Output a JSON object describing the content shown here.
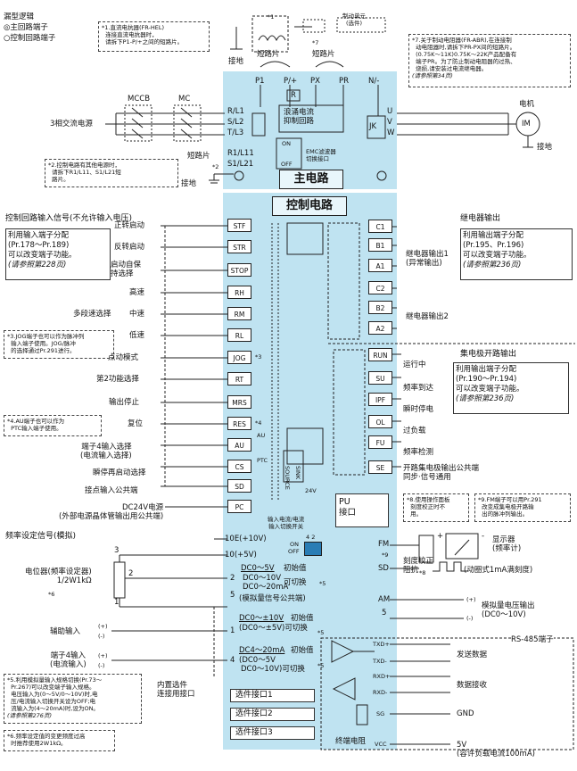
{
  "legend": {
    "title": "漏型逻辑",
    "main": "◎主回路端子",
    "ctrl": "○控制回路端子"
  },
  "notes": {
    "n1": "*1.直流电抗器(FR-HEL)\n  连接直流电抗器时，\n  请拆下P1-P/+之间的短路片。",
    "n2": "*2.控制电路有其他电源时，\n  请拆下R1/L11、S1/L21短\n  路片。",
    "n3": "*3.JOG端子也可以作为脉冲列\n  输入端子使用。JOG/脉冲\n  的选择通过Pr.291进行。",
    "n4": "*4.AU端子也可以作为\n  PTC输入端子使用。",
    "n5": "*5.利用模拟量输入规格切换(Pr.73～\n  Pr.267)可以改变端子输入规格。\n  电压输入为(0～5V/0～10V)时,电\n  压/电流输入切换开关设为OFF;电\n  流输入为(4～20mA)时,设为ON。",
    "n5ref": "(请参照第276页)",
    "n6": "*6.频率设定值的变更频度过高\n  时推荐使用2W1kΩ。",
    "n7": "*7.关于制动电阻器(FR-ABR),在连接制\n  动电阻器时,请拆下PR-PX间的短路片。\n  (0.75K～11K)0.75K～22K产品配备有\n  端子PR。为了防止制动电阻器的过热、\n  烧损,请安装过电流继电器。",
    "n7ref": "(请参照第34页)",
    "n8": "*8.使用操作面板\n  刻度校正时不\n  用。",
    "n9": "*9.FM端子可以用Pr.291\n  改变成集电极开路输\n  出的脉冲列输出。"
  },
  "main_circuit": {
    "title": "主电路",
    "mccb": "MCCB",
    "mc": "MC",
    "supply": "3相交流电源",
    "ground": "接地",
    "short1": "短路片",
    "short2": "短路片",
    "short3": "短路片",
    "brake_unit": "制动单元\n(选件)",
    "inrush": "浪涌电流\n抑制回路",
    "r_label": "R",
    "jk": "JK",
    "emc": "EMC滤波器\n切换接口",
    "on": "ON",
    "off": "OFF",
    "motor": "电机",
    "im": "IM",
    "motor_ground": "接地",
    "star1": "*1",
    "star2": "*2",
    "star7": "*7",
    "terms_top": [
      "P1",
      "P/+",
      "PX",
      "PR",
      "N/-"
    ],
    "terms_left": [
      "R/L1",
      "S/L2",
      "T/L3"
    ],
    "terms_ctrl": [
      "R1/L11",
      "S1/L21"
    ],
    "terms_out": [
      "U",
      "V",
      "W"
    ]
  },
  "control": {
    "title": "控制电路",
    "input_header": "控制回路输入信号(不允许输入电压)",
    "input_func": "利用输入端子分配\n(Pr.178～Pr.189)\n可以改变端子功能。",
    "input_ref": "(请参照第228页)",
    "inputs": [
      {
        "label": "正转启动",
        "term": "STF"
      },
      {
        "label": "反转启动",
        "term": "STR"
      },
      {
        "label": "启动自保\n持选择",
        "term": "STOP"
      },
      {
        "label": "高速",
        "term": "RH"
      },
      {
        "label": "中速",
        "term": "RM"
      },
      {
        "label": "低速",
        "term": "RL"
      },
      {
        "label": "点动模式",
        "term": "JOG"
      },
      {
        "label": "第2功能选择",
        "term": "RT"
      },
      {
        "label": "输出停止",
        "term": "MRS"
      },
      {
        "label": "复位",
        "term": "RES"
      },
      {
        "label": "端子4输入选择\n(电流输入选择)",
        "term": "AU"
      },
      {
        "label": "瞬停再启动选择",
        "term": "CS"
      },
      {
        "label": "接点输入公共端",
        "term": "SD"
      },
      {
        "label": "DC24V电源\n(外部电源晶体管输出用公共端)",
        "term": "PC"
      }
    ],
    "multi_speed": "多段速选择",
    "star3": "*3",
    "star4": "*4",
    "au": "AU",
    "ptc": "PTC",
    "source": "SOURCE",
    "sink": "SINK",
    "v24": "24V",
    "switch_label": "输入电流/电流\n输入切换开关",
    "relay_header": "继电器输出",
    "relay_func": "利用输出端子分配\n(Pr.195、Pr.196)\n可以改变端子功能。",
    "relay_ref": "(请参照第236页)",
    "relay_terms": [
      "C1",
      "B1",
      "A1",
      "C2",
      "B2",
      "A2"
    ],
    "relay1": "继电器输出1\n(异常输出)",
    "relay2": "继电器输出2",
    "oc_header": "集电极开路输出",
    "oc_func": "利用输出端子分配\n(Pr.190～Pr.194)\n可以改变端子功能。",
    "oc_ref": "(请参照第236页)",
    "oc": [
      {
        "term": "RUN",
        "label": "运行中"
      },
      {
        "term": "SU",
        "label": "频率到达"
      },
      {
        "term": "IPF",
        "label": "瞬时停电"
      },
      {
        "term": "OL",
        "label": "过负载"
      },
      {
        "term": "FU",
        "label": "频率检测"
      },
      {
        "term": "SE",
        "label": "开路集电极输出公共端\n同步·信号通用"
      }
    ],
    "pu": "PU\n接口"
  },
  "freq": {
    "header": "频率设定信号(模拟)",
    "pot": "电位器(频率设定器)\n1/2W1kΩ",
    "star6": "*6",
    "pins": [
      "3",
      "2",
      "1"
    ],
    "aux": "辅助输入",
    "t4": "端子4输入\n(电流输入)",
    "terms": [
      "10E(+10V)",
      "10(+5V)",
      "2",
      "5",
      "1",
      "4"
    ],
    "sw_on": "ON",
    "sw_off": "OFF",
    "sw_nums": "4  2",
    "r2": "DC0～5V",
    "r2b": "初始值",
    "r2c": "DC0～10V",
    "r2d": "DC0～20mA",
    "r2e": "可切换",
    "star5a": "*5",
    "analog_common": "(模拟量信号公共端)",
    "r1": "DC0～±10V",
    "r1b": "初始值",
    "r1c": "(DC0～±5V)可切换",
    "star5b": "*5",
    "r4": "DC4～20mA",
    "r4b": "初始值",
    "r4c": "(DC0～5V",
    "r4d": "DC0～10V)可切换",
    "star5c": "*5",
    "plus": "(+)",
    "minus": "(-)"
  },
  "options": {
    "title": "内置选件\n连接用接口",
    "slots": [
      "选件接口1",
      "选件接口2",
      "选件接口3"
    ]
  },
  "fm": {
    "term_fm": "FM",
    "term_sd": "SD",
    "star9": "*9",
    "star8": "*8",
    "display": "显示器\n(频率计)",
    "cal": "刻度校正\n阻抗",
    "meter": "(动圈式1mA满刻度)",
    "plus": "+",
    "minus": "-"
  },
  "am": {
    "term": "AM",
    "term5": "5",
    "label": "模拟量电压输出\n(DC0～10V)",
    "plus": "(+)",
    "minus": "(-)"
  },
  "rs485": {
    "header": "RS-485端子",
    "terms": [
      "TXD+",
      "TXD-",
      "RXD+",
      "RXD-",
      "SG",
      "VCC"
    ],
    "send": "发送数据",
    "recv": "数据接收",
    "gnd": "GND",
    "term_r": "终端电阻",
    "vcc": "5V\n(容许负载电流100mA)"
  }
}
